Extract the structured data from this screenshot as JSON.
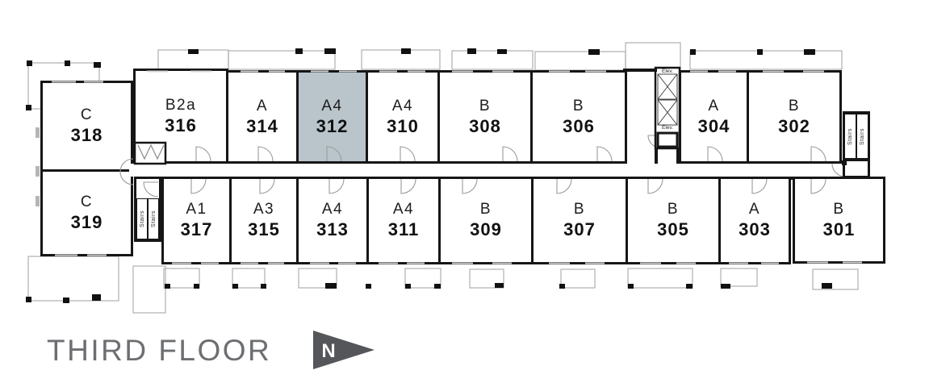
{
  "title": "THIRD FLOOR",
  "compass": {
    "label": "N"
  },
  "labels": {
    "stairs": "Stairs",
    "elevator": "Elev."
  },
  "highlight": {
    "unit": "312",
    "color": "#b9c5ca"
  },
  "colors": {
    "wall": "#161616",
    "balcony_outline": "#b5b5b5",
    "title_text": "#6d6e71",
    "north_arrow": "#55565a"
  },
  "rooms": {
    "u318": {
      "type": "C",
      "number": "318"
    },
    "u316": {
      "type": "B2a",
      "number": "316"
    },
    "u314": {
      "type": "A",
      "number": "314"
    },
    "u312": {
      "type": "A4",
      "number": "312"
    },
    "u310": {
      "type": "A4",
      "number": "310"
    },
    "u308": {
      "type": "B",
      "number": "308"
    },
    "u306": {
      "type": "B",
      "number": "306"
    },
    "u304": {
      "type": "A",
      "number": "304"
    },
    "u302": {
      "type": "B",
      "number": "302"
    },
    "u319": {
      "type": "C",
      "number": "319"
    },
    "u317": {
      "type": "A1",
      "number": "317"
    },
    "u315": {
      "type": "A3",
      "number": "315"
    },
    "u313": {
      "type": "A4",
      "number": "313"
    },
    "u311": {
      "type": "A4",
      "number": "311"
    },
    "u309": {
      "type": "B",
      "number": "309"
    },
    "u307": {
      "type": "B",
      "number": "307"
    },
    "u305": {
      "type": "B",
      "number": "305"
    },
    "u303": {
      "type": "A",
      "number": "303"
    },
    "u301": {
      "type": "B",
      "number": "301"
    }
  }
}
